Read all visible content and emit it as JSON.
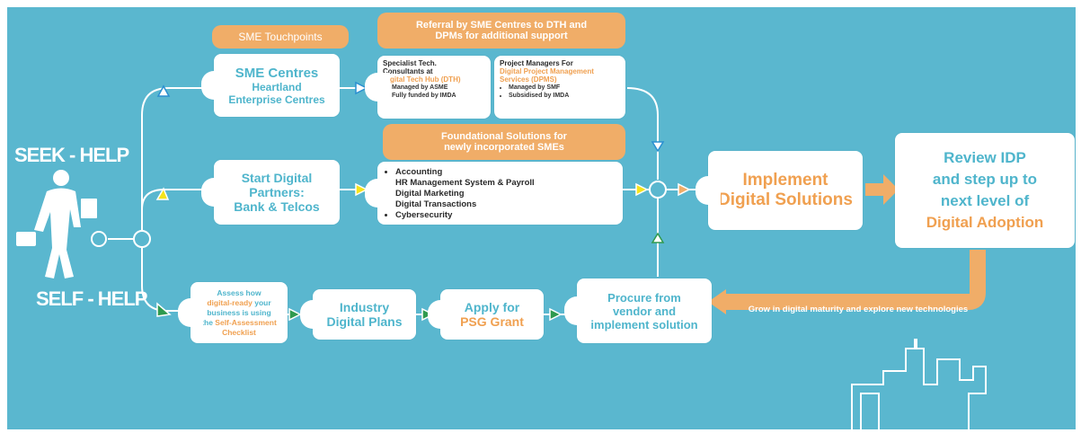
{
  "labels": {
    "seek_help": "SEEK - HELP",
    "self_help": "SELF - HELP"
  },
  "pills": {
    "sme_touchpoints": "SME Touchpoints",
    "referral_line1": "Referral by SME Centres to DTH and",
    "referral_line2": "DPMs for additional support",
    "foundational_line1": "Foundational Solutions for",
    "foundational_line2": "newly incorporated SMEs",
    "grow": "Grow in digital maturity and explore new technologies"
  },
  "sme_centres": {
    "line1": "SME Centres",
    "line2": "Heartland",
    "line3": "Enterprise Centres"
  },
  "start_digital": {
    "line1": "Start Digital",
    "line2": "Partners:",
    "line3": "Bank & Telcos"
  },
  "specialist": {
    "line1": "Specialist Tech.",
    "line2": "Consultants at",
    "line3": "Digital Tech Hub (DTH)",
    "bullets": [
      "Managed by ASME",
      "Fully funded by IMDA"
    ]
  },
  "project_managers": {
    "line1": "Project Managers For",
    "line2": "Digital Project Management",
    "line3": "Services (DPMS)",
    "bullets": [
      "Managed by SMF",
      "Subsidised by IMDA"
    ]
  },
  "foundational_list": [
    "Accounting",
    "HR Management System & Payroll",
    "Digital Marketing",
    "Digital Transactions",
    "Cybersecurity"
  ],
  "assess": {
    "p1": "Assess how",
    "p2": "digital-ready",
    "p3": " your",
    "p4": "business is using",
    "p5": "the ",
    "p6": "Self-Assessment",
    "p7": "Checklist"
  },
  "industry": {
    "line1": "Industry",
    "line2": "Digital Plans"
  },
  "apply": {
    "line1": "Apply for",
    "line2": "PSG Grant"
  },
  "procure": {
    "line1": "Procure from",
    "line2": "vendor and",
    "line3": "implement solution"
  },
  "implement": {
    "line1": "Implement",
    "line2": "Digital Solutions"
  },
  "review": {
    "line1": "Review IDP",
    "line2": "and step up to",
    "line3": "next level of",
    "line4": "Digital Adoption"
  },
  "colors": {
    "background": "#5ab7cf",
    "orange": "#f0ad68",
    "teal_text": "#4fb5cc",
    "white": "#ffffff",
    "yellow": "#f5e31b",
    "green": "#2f9a4e",
    "blue": "#2a8fd0"
  }
}
